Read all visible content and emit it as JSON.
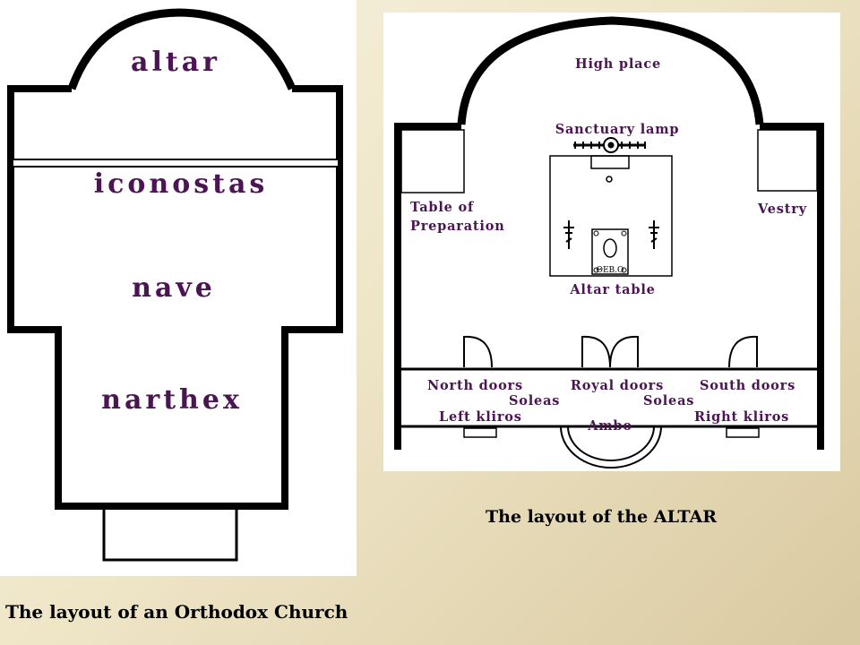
{
  "church": {
    "labels": {
      "altar": "altar",
      "iconostas": "iconostas",
      "nave": "nave",
      "narthex": "narthex"
    },
    "caption": "The layout of an Orthodox Church"
  },
  "altar_plan": {
    "labels": {
      "high_place": "High place",
      "sanctuary_lamp": "Sanctuary lamp",
      "table_of_preparation_line1": "Table of",
      "table_of_preparation_line2": "Preparation",
      "vestry": "Vestry",
      "altar_table": "Altar table",
      "gospel_mark": "ΘЕВ.О",
      "north_doors": "North doors",
      "royal_doors": "Royal doors",
      "south_doors": "South doors",
      "soleas_left": "Soleas",
      "soleas_right": "Soleas",
      "left_kliros": "Left kliros",
      "right_kliros": "Right kliros",
      "ambo": "Ambo"
    },
    "caption": "The layout of the ALTAR"
  },
  "colors": {
    "label_purple": "#4b1452",
    "wall_black": "#000000"
  }
}
